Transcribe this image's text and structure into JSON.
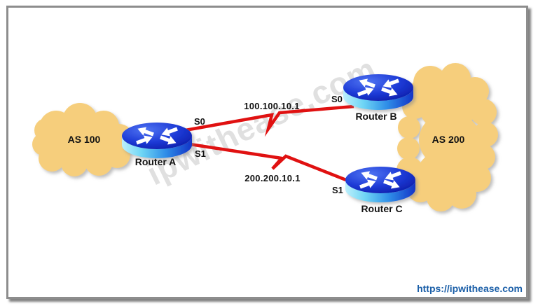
{
  "diagram": {
    "clouds": [
      {
        "label": "AS 100"
      },
      {
        "label": "AS 200"
      }
    ],
    "routers": [
      {
        "label": "Router A",
        "interfaces": [
          {
            "name": "S0"
          },
          {
            "name": "S1"
          }
        ]
      },
      {
        "label": "Router B",
        "interfaces": [
          {
            "name": "S0"
          }
        ]
      },
      {
        "label": "Router C",
        "interfaces": [
          {
            "name": "S1"
          }
        ]
      }
    ],
    "links": [
      {
        "ip": "100.100.10.1",
        "endpoints": [
          "Router A S0",
          "Router B S0"
        ]
      },
      {
        "ip": "200.200.10.1",
        "endpoints": [
          "Router A S1",
          "Router C S1"
        ]
      }
    ],
    "watermark": "ipwithease.com"
  },
  "footer": {
    "url": "https://ipwithease.com"
  },
  "colors": {
    "cloud_fill": "#f6ce7c",
    "link_red": "#e01111",
    "router_blue": "#1d3ad6",
    "url_blue": "#1b5fa8",
    "frame_border": "#8d8d8d"
  }
}
